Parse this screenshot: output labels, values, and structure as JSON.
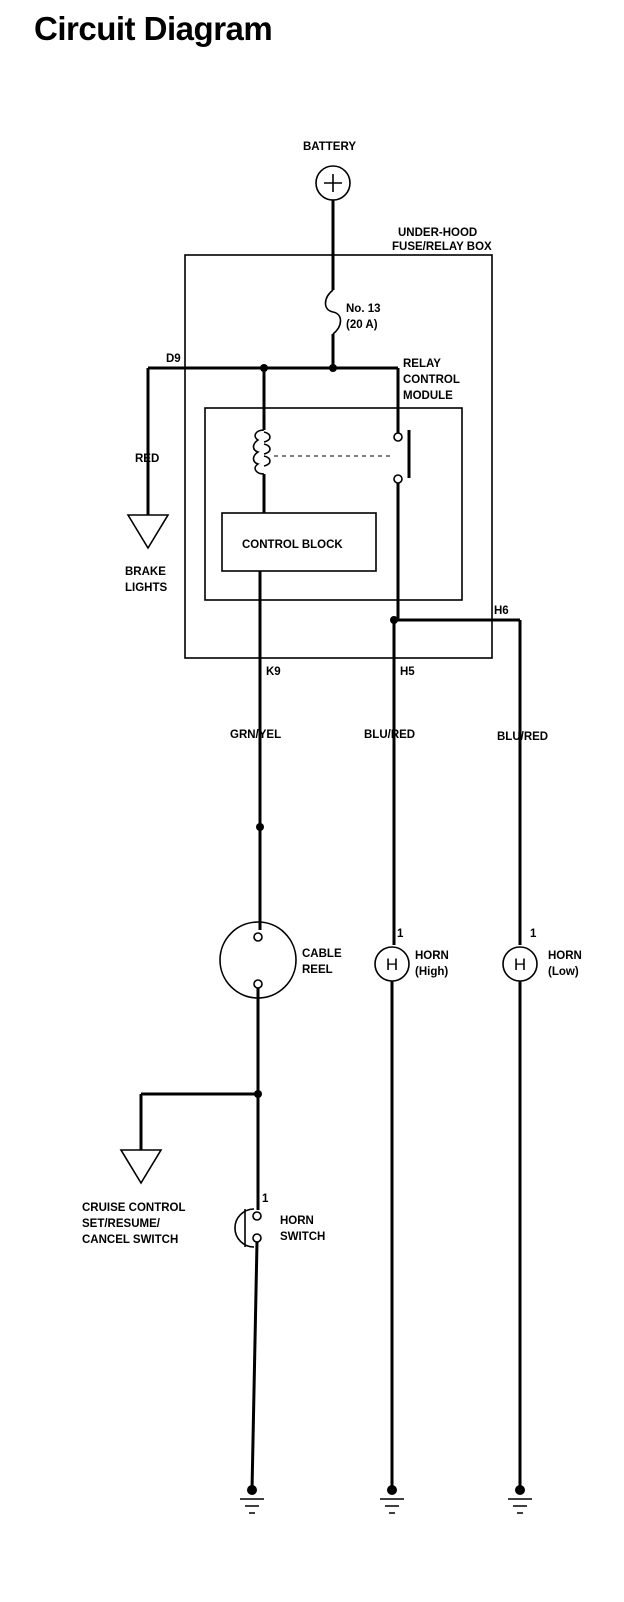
{
  "title": "Circuit Diagram",
  "labels": {
    "battery": "BATTERY",
    "battery_symbol": "+",
    "fuse_box_1": "UNDER-HOOD",
    "fuse_box_2": "FUSE/RELAY BOX",
    "fuse_1": "No. 13",
    "fuse_2": "(20 A)",
    "d9": "D9",
    "relay_1": "RELAY",
    "relay_2": "CONTROL",
    "relay_3": "MODULE",
    "red": "RED",
    "control_block": "CONTROL BLOCK",
    "brake_1": "BRAKE",
    "brake_2": "LIGHTS",
    "h6": "H6",
    "k9": "K9",
    "h5": "H5",
    "wire_k9": "GRN/YEL",
    "wire_h5": "BLU/RED",
    "wire_h6": "BLU/RED",
    "cable_reel_1": "CABLE",
    "cable_reel_2": "REEL",
    "horn_high_pin": "1",
    "horn_high_symbol": "H",
    "horn_high_1": "HORN",
    "horn_high_2": "(High)",
    "horn_low_pin": "1",
    "horn_low_symbol": "H",
    "horn_low_1": "HORN",
    "horn_low_2": "(Low)",
    "cruise_1": "CRUISE CONTROL",
    "cruise_2": "SET/RESUME/",
    "cruise_3": "CANCEL SWITCH",
    "horn_switch_pin": "1",
    "horn_switch_1": "HORN",
    "horn_switch_2": "SWITCH"
  }
}
